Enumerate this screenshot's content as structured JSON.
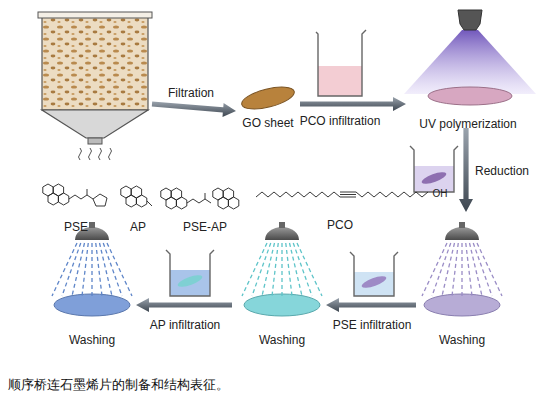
{
  "diagram": {
    "caption": "顺序桥连石墨烯片的制备和结构表征。",
    "labels": [
      "Filtration",
      "GO sheet",
      "PCO infiltration",
      "UV polymerization",
      "Reduction",
      "PSE",
      "AP",
      "PSE-AP",
      "PCO",
      "OH",
      "Washing",
      "AP infiltration",
      "Washing",
      "PSE infiltration",
      "Washing"
    ]
  }
}
